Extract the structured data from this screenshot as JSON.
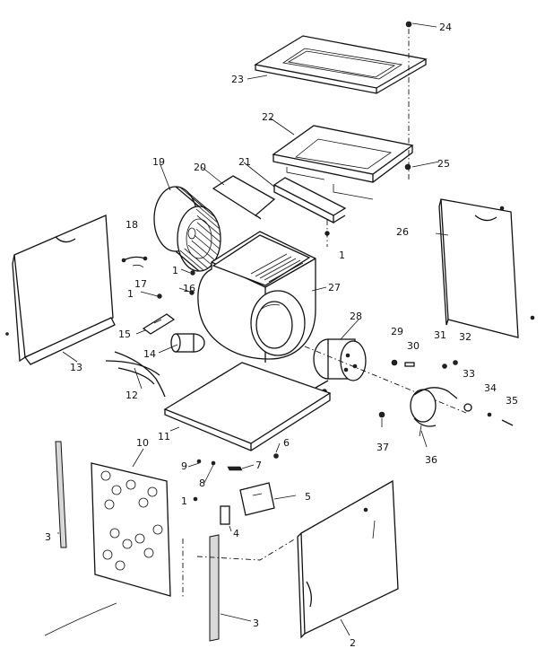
{
  "diagram": {
    "labels": [
      "1",
      "2",
      "3",
      "4",
      "5",
      "6",
      "7",
      "8",
      "9",
      "10",
      "11",
      "12",
      "13",
      "14",
      "15",
      "16",
      "17",
      "18",
      "19",
      "20",
      "21",
      "22",
      "23",
      "24",
      "25",
      "26",
      "27",
      "28",
      "29",
      "30",
      "31",
      "32",
      "33",
      "34",
      "35",
      "36",
      "37"
    ]
  }
}
